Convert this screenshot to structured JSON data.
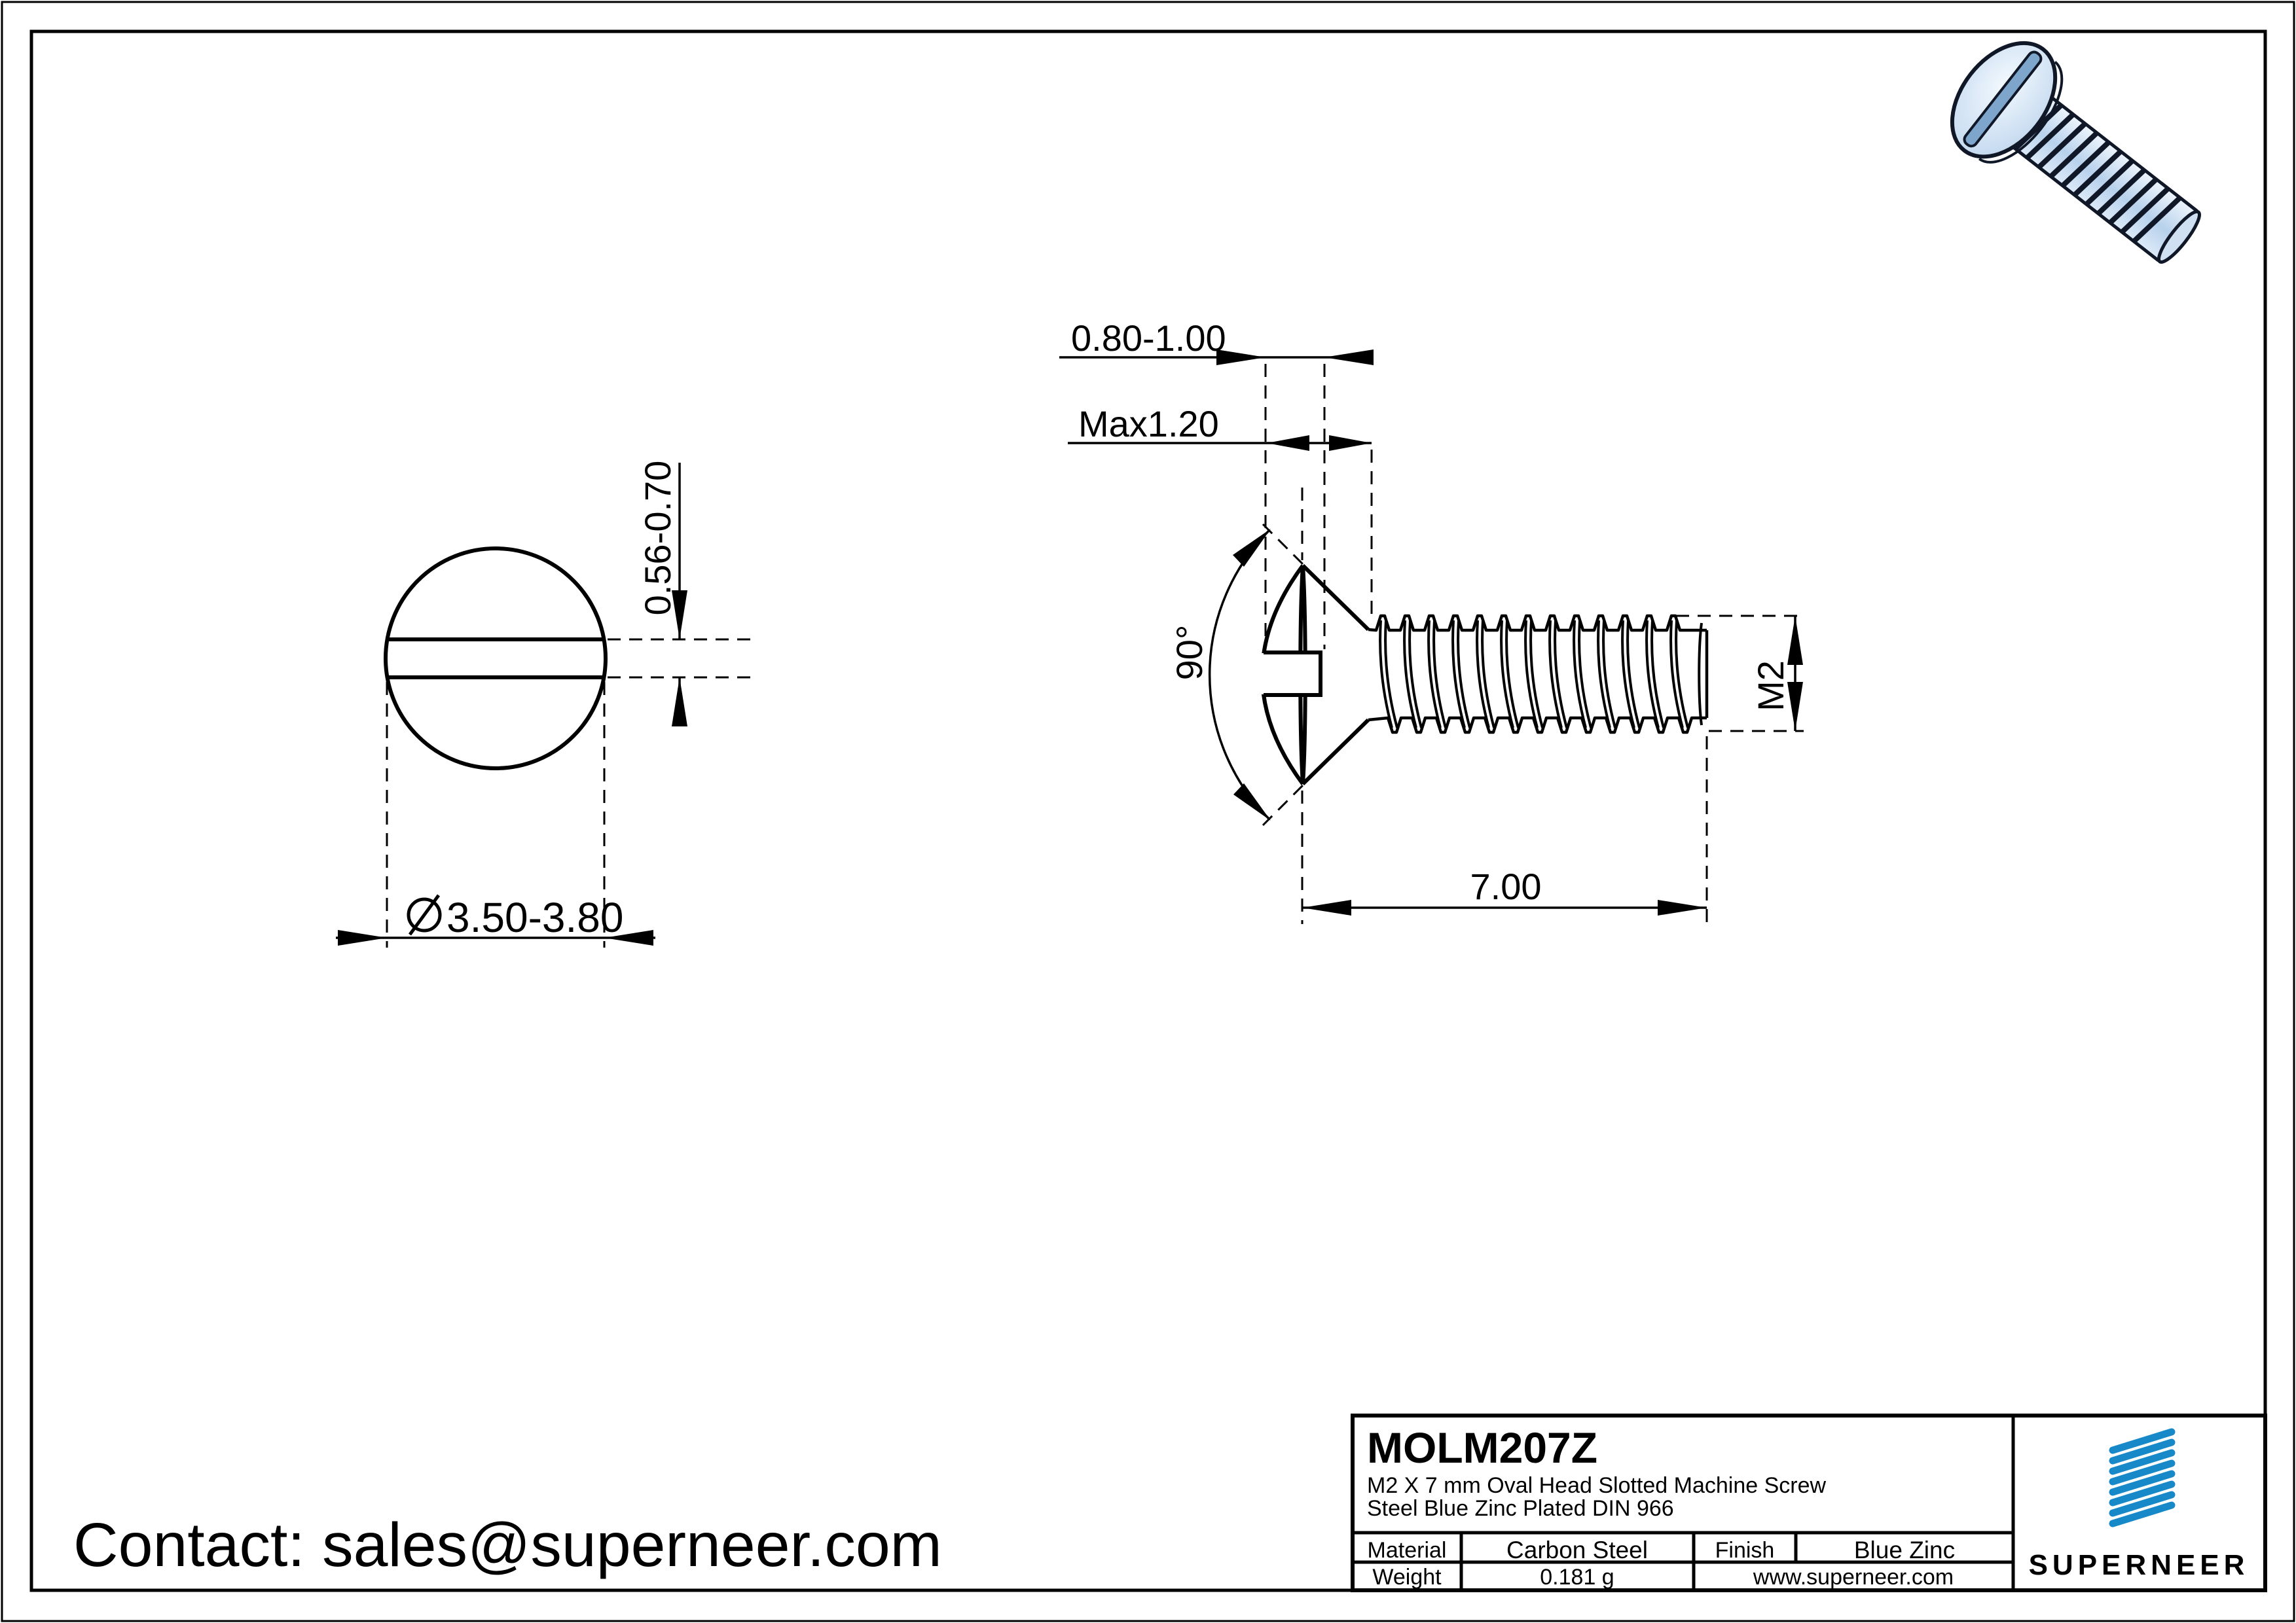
{
  "page": {
    "contact": "Contact: sales@superneer.com"
  },
  "front_view": {
    "dim_slot_width": "0.56-0.70",
    "diameter_prefix": "⌀",
    "dim_head_diameter": "3.50-3.80"
  },
  "side_view": {
    "dim_slot_depth": "0.80-1.00",
    "dim_head_height": "Max1.20",
    "dim_head_angle": "90°",
    "dim_thread": "M2",
    "dim_length": "7.00"
  },
  "title_block": {
    "part_number": "MOLM207Z",
    "description_line1": "M2 X 7 mm  Oval Head Slotted Machine Screw",
    "description_line2": "Steel Blue Zinc Plated DIN 966",
    "material_label": "Material",
    "material_value": "Carbon Steel",
    "finish_label": "Finish",
    "finish_value": "Blue Zinc",
    "weight_label": "Weight",
    "weight_value": "0.181 g",
    "website": "www.superneer.com",
    "brand": "SUPERNEER",
    "accent_color": "#1789c9"
  }
}
